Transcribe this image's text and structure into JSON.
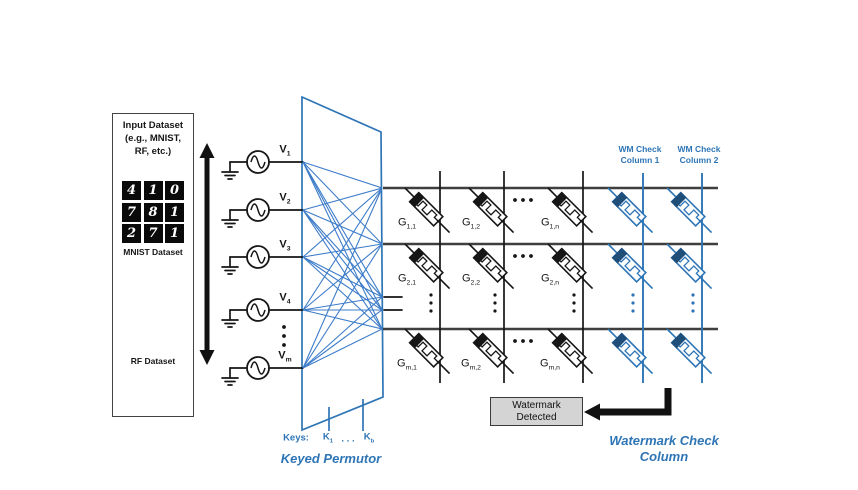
{
  "colors": {
    "accent_blue": "#2E75B6",
    "navy": "#1F4E79",
    "fan_blue": "#3D7CC9",
    "line_dark": "#161616",
    "row_gray": "#3F3F3F",
    "detector_fill": "#D4D4D4"
  },
  "icons": {
    "ellipsis_v": "⋮",
    "ellipsis_h": "⋯"
  },
  "input_box": {
    "title_lines": [
      "Input Dataset",
      "(e.g., MNIST,",
      "RF, etc.)"
    ],
    "mnist_digits": [
      [
        "4",
        "1",
        "0"
      ],
      [
        "7",
        "8",
        "1"
      ],
      [
        "2",
        "7",
        "1"
      ]
    ],
    "mnist_label": "MNIST Dataset",
    "rf_label": "RF Dataset"
  },
  "sources": [
    {
      "base": "V",
      "sub": "1"
    },
    {
      "base": "V",
      "sub": "2"
    },
    {
      "base": "V",
      "sub": "3"
    },
    {
      "base": "V",
      "sub": "4"
    },
    {
      "base": "V",
      "sub": "m"
    }
  ],
  "permutor": {
    "keys_label": "Keys:",
    "key1": {
      "base": "K",
      "sub": "1"
    },
    "key_dots": ". . .",
    "key2": {
      "base": "K",
      "sub": "b"
    },
    "caption": "Keyed Permutor"
  },
  "crossbar": {
    "rows": [
      {
        "cells": [
          {
            "base": "G",
            "sub": "1,1"
          },
          {
            "base": "G",
            "sub": "1,2"
          },
          {
            "base": "G",
            "sub": "1,n"
          }
        ]
      },
      {
        "cells": [
          {
            "base": "G",
            "sub": "2,1"
          },
          {
            "base": "G",
            "sub": "2,2"
          },
          {
            "base": "G",
            "sub": "2,n"
          }
        ]
      },
      {
        "cells": [
          {
            "base": "G",
            "sub": "m,1"
          },
          {
            "base": "G",
            "sub": "m,2"
          },
          {
            "base": "G",
            "sub": "m,n"
          }
        ]
      }
    ]
  },
  "wm": {
    "col1": {
      "line1": "WM Check",
      "line2": "Column 1"
    },
    "col2": {
      "line1": "WM Check",
      "line2": "Column 2"
    },
    "caption_line1": "Watermark Check",
    "caption_line2": "Column"
  },
  "detector": {
    "line1": "Watermark",
    "line2": "Detected"
  }
}
